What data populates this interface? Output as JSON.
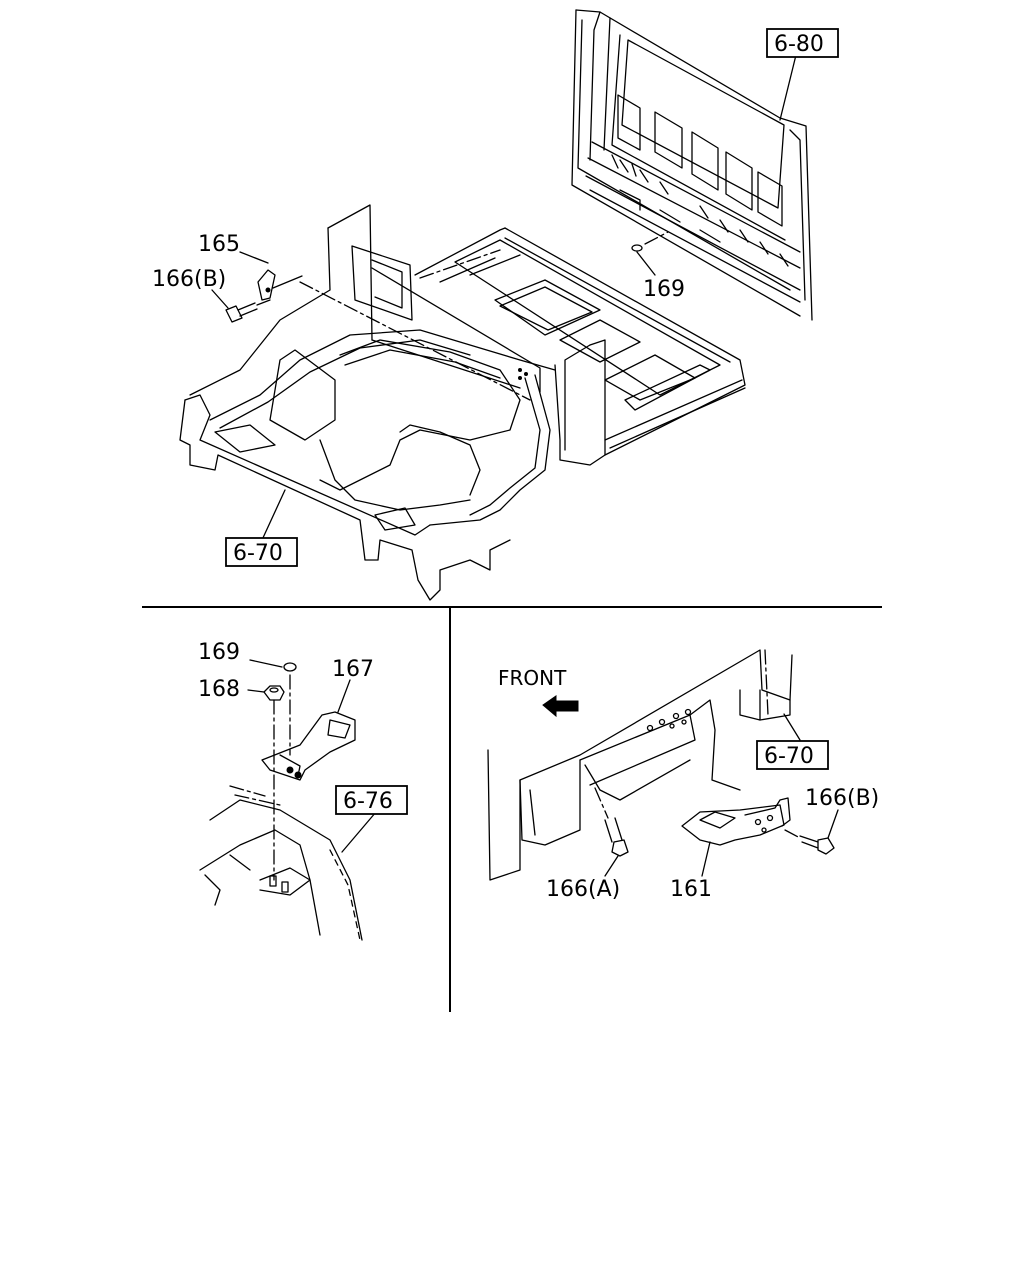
{
  "labels": {
    "top_165": "165",
    "top_166b": "166(B)",
    "top_169": "169",
    "top_ref_680": "6-80",
    "top_ref_670": "6-70",
    "left_169": "169",
    "left_168": "168",
    "left_167": "167",
    "left_ref_676": "6-76",
    "right_front": "FRONT",
    "right_ref_670": "6-70",
    "right_166b": "166(B)",
    "right_166a": "166(A)",
    "right_161": "161"
  },
  "icons": {
    "front_arrow": "arrow-left-thick-icon"
  }
}
